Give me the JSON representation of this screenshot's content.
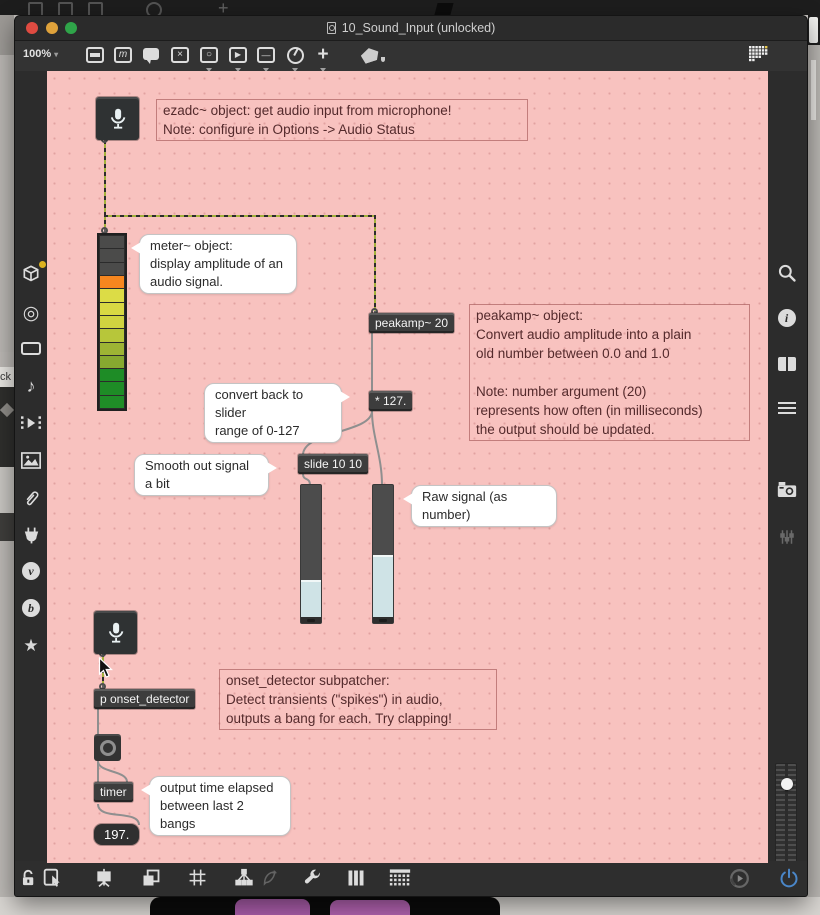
{
  "window": {
    "title": "10_Sound_Input (unlocked)"
  },
  "toolbar": {
    "zoom_level": "100%"
  },
  "icons": {
    "caret_down": "▾",
    "message_m": "m",
    "toggle_x": "×",
    "number_circle": "○",
    "play_triangle": "▶",
    "slider_dash": "—",
    "audio_target": "◎",
    "music_note": "♪",
    "vizzie_v": "v",
    "beap_b": "b",
    "favorites_star": "★",
    "info_i": "i"
  },
  "colors": {
    "canvas_pink": "#f8c2bf",
    "power_blue": "#4a86c8",
    "packages_badge_yellow": "#ddb21f",
    "grid_highlight_yellow": "#e8c94f",
    "signal_cord_green": "#a3b13c",
    "slider_fill_blue": "#cfe3e6"
  },
  "left_sidebar_icons": [
    "packages-icon",
    "audio-icon",
    "hardware-icon",
    "sound-icon",
    "video-icon",
    "images-icon",
    "attachments-icon",
    "plugins-icon",
    "vizzie-icon",
    "beap-icon",
    "favorites-icon"
  ],
  "right_sidebar_icons": [
    "search-icon",
    "info-icon",
    "split-view-icon",
    "inspector-list-icon",
    "snapshot-camera-icon",
    "filters-icon"
  ],
  "bottom_toolbar_icons": [
    "unlock-icon",
    "select-icon",
    "presentation-icon",
    "layers-icon",
    "grid-icon",
    "hierarchy-icon",
    "probe-icon",
    "wrench-icon",
    "keyboard-icon",
    "step-sequencer-icon",
    "audition-icon",
    "power-icon"
  ],
  "canvas": {
    "objects": {
      "ezadc_comment": "ezadc~ object: get audio input from microphone!\nNote: configure in Options -> Audio Status",
      "meter_bubble": "meter~ object:\ndisplay amplitude of an\naudio signal.",
      "peakamp_label": "peakamp~ 20",
      "peakamp_comment": "peakamp~ object:\nConvert audio amplitude into a plain\nold number between 0.0 and 1.0\n\nNote: number argument (20)\nrepresents how often (in milliseconds)\nthe output should be updated.",
      "multiply_label": "* 127.",
      "convert_bubble": "convert back to slider\nrange of 0-127",
      "smooth_bubble": "Smooth out signal a bit",
      "slide_label": "slide 10 10",
      "raw_bubble": "Raw signal (as number)",
      "onset_comment": "onset_detector subpatcher:\nDetect transients (\"spikes\") in audio,\noutputs a bang for each. Try clapping!",
      "subpatcher_label": "p onset_detector",
      "timer_label": "timer",
      "timer_bubble": "output time elapsed\nbetween last 2 bangs",
      "number_value": "197."
    },
    "meter": {
      "segments": [
        "#4b4b4a",
        "#4b4b4a",
        "#4b4b4a",
        "#f6861f",
        "#dcdc46",
        "#d8d843",
        "#d0d340",
        "#b7c63a",
        "#9db434",
        "#87a930",
        "#1e8c26",
        "#1e8c26",
        "#1f8d27"
      ]
    },
    "sliders": {
      "smoothed": {
        "fill_percent": 27
      },
      "raw": {
        "fill_percent": 45
      }
    }
  },
  "background": {
    "partial_text": "ck"
  }
}
